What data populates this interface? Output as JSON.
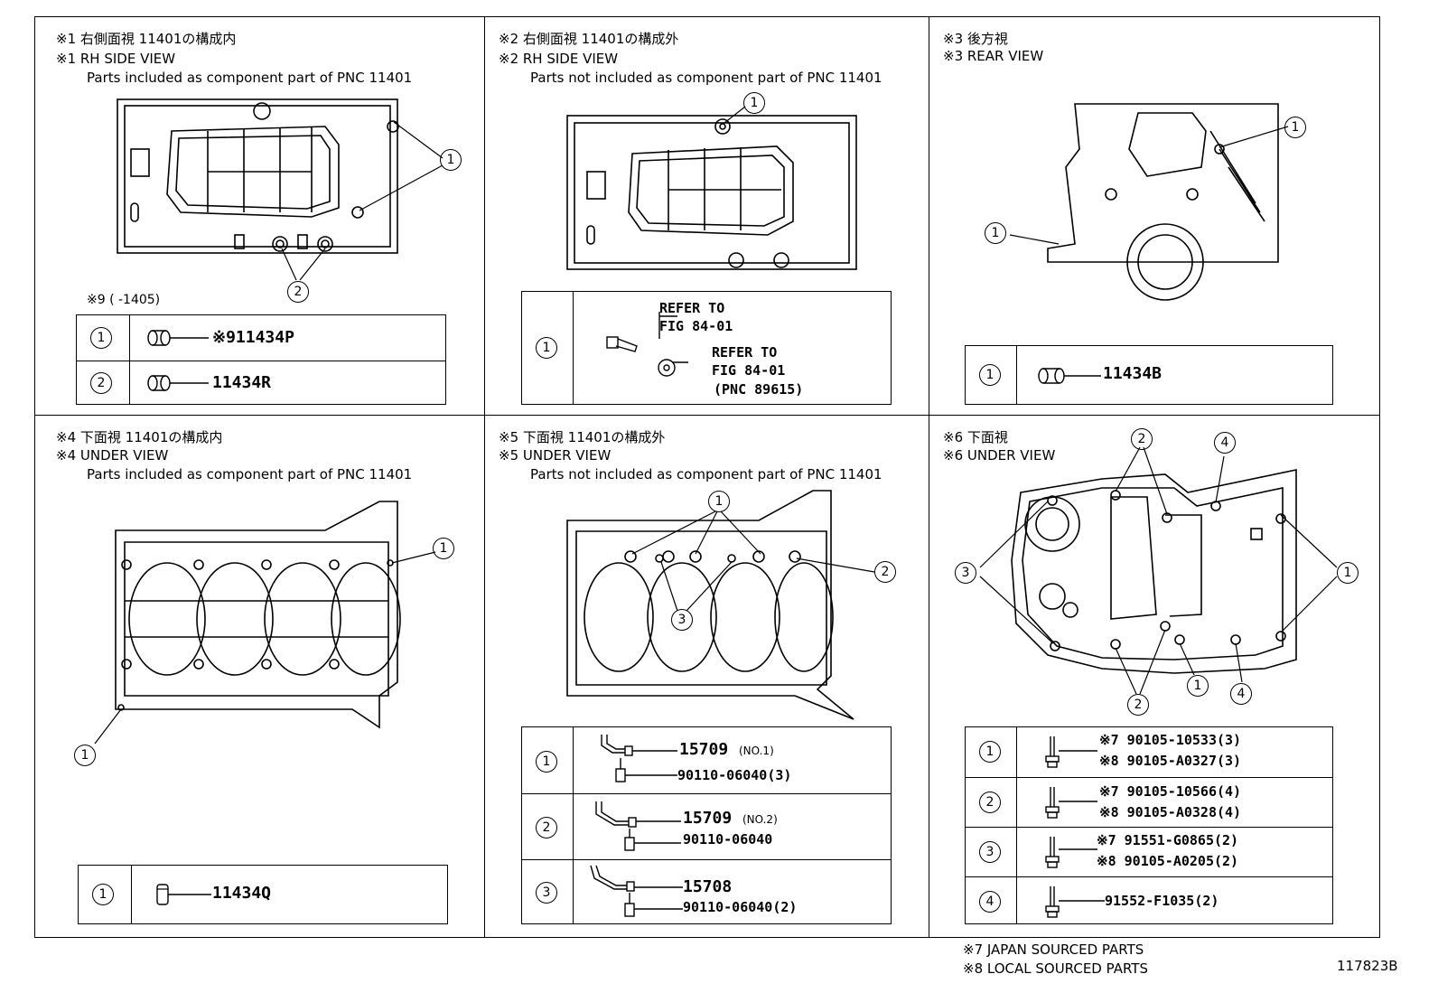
{
  "panels": {
    "p1": {
      "line1": "※1 右側面視 11401の構成内",
      "line2": "※1 RH SIDE VIEW",
      "line3": "Parts included as component part of PNC 11401",
      "note": "※9 (      -1405)",
      "callouts": [
        "1",
        "2"
      ],
      "rows": [
        {
          "idx": "1",
          "part": "※911434P"
        },
        {
          "idx": "2",
          "part": "11434R"
        }
      ]
    },
    "p2": {
      "line1": "※2 右側面視 11401の構成外",
      "line2": "※2 RH SIDE VIEW",
      "line3": "Parts not included as component part of PNC 11401",
      "callouts": [
        "1"
      ],
      "rows": [
        {
          "idx": "1",
          "ref1a": "REFER TO",
          "ref1b": "FIG 84-01",
          "ref2a": "REFER TO",
          "ref2b": "FIG 84-01",
          "ref2c": "(PNC 89615)"
        }
      ]
    },
    "p3": {
      "line1": "※3 後方視",
      "line2": "※3 REAR VIEW",
      "callouts": [
        "1",
        "1"
      ],
      "rows": [
        {
          "idx": "1",
          "part": "11434B"
        }
      ]
    },
    "p4": {
      "line1": "※4 下面視 11401の構成内",
      "line2": "※4 UNDER VIEW",
      "line3": "Parts included as component part of PNC 11401",
      "callouts": [
        "1",
        "1"
      ],
      "rows": [
        {
          "idx": "1",
          "part": "11434Q"
        }
      ]
    },
    "p5": {
      "line1": "※5 下面視 11401の構成外",
      "line2": "※5 UNDER VIEW",
      "line3": "Parts not included as component part of PNC 11401",
      "callouts": [
        "1",
        "2",
        "3"
      ],
      "rows": [
        {
          "idx": "1",
          "part": "15709",
          "note": "(NO.1)",
          "bolt": "90110-06040(3)"
        },
        {
          "idx": "2",
          "part": "15709",
          "note": "(NO.2)",
          "bolt": "90110-06040"
        },
        {
          "idx": "3",
          "part": "15708",
          "bolt": "90110-06040(2)"
        }
      ]
    },
    "p6": {
      "line1": "※6 下面視",
      "line2": "※6 UNDER VIEW",
      "callouts": [
        "2",
        "4",
        "3",
        "1",
        "2",
        "1",
        "4"
      ],
      "rows": [
        {
          "idx": "1",
          "a": "※7 90105-10533(3)",
          "b": "※8 90105-A0327(3)"
        },
        {
          "idx": "2",
          "a": "※7 90105-10566(4)",
          "b": "※8 90105-A0328(4)"
        },
        {
          "idx": "3",
          "a": "※7 91551-G0865(2)",
          "b": "※8 90105-A0205(2)"
        },
        {
          "idx": "4",
          "a": "91552-F1035(2)"
        }
      ]
    }
  },
  "footer": {
    "note7": "※7 JAPAN SOURCED PARTS",
    "note8": "※8 LOCAL SOURCED PARTS",
    "figure_id": "117823B"
  }
}
